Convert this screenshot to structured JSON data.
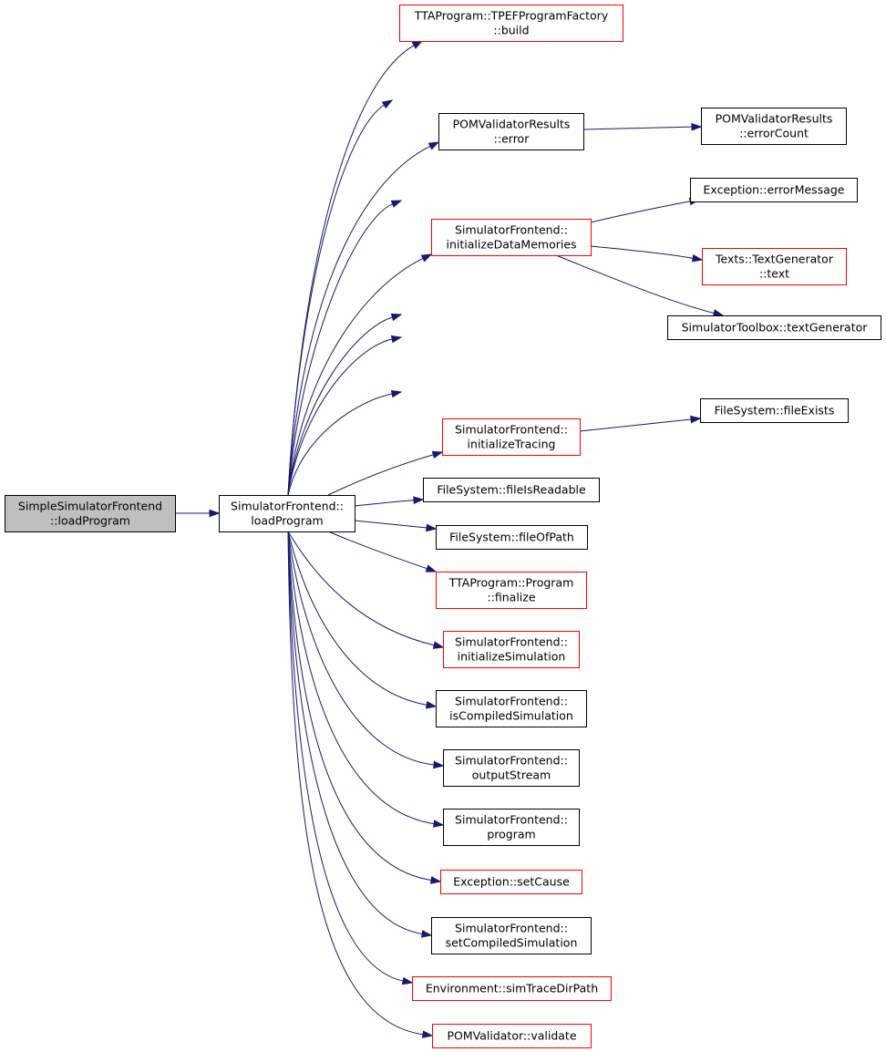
{
  "colors": {
    "edge": "#191970",
    "border_documented": "#000000",
    "border_undocumented": "#ff0000",
    "root_fill": "#bfbfbf",
    "node_fill": "#ffffff"
  },
  "nodes": {
    "root": {
      "lines": [
        "SimpleSimulatorFrontend",
        "::loadProgram"
      ],
      "style": "root"
    },
    "loadProgram": {
      "lines": [
        "SimulatorFrontend::",
        "loadProgram"
      ],
      "style": "black"
    },
    "buildFactory": {
      "lines": [
        "TTAProgram::TPEFProgramFactory",
        "::build"
      ],
      "style": "red"
    },
    "resultsError": {
      "lines": [
        "POMValidatorResults",
        "::error"
      ],
      "style": "black"
    },
    "errorCount": {
      "lines": [
        "POMValidatorResults",
        "::errorCount"
      ],
      "style": "black"
    },
    "errorMessage": {
      "lines": [
        "Exception::errorMessage"
      ],
      "style": "black"
    },
    "initDataMem": {
      "lines": [
        "SimulatorFrontend::",
        "initializeDataMemories"
      ],
      "style": "red"
    },
    "textGenText": {
      "lines": [
        "Texts::TextGenerator",
        "::text"
      ],
      "style": "red"
    },
    "toolboxTextGen": {
      "lines": [
        "SimulatorToolbox::textGenerator"
      ],
      "style": "black"
    },
    "fileExists": {
      "lines": [
        "FileSystem::fileExists"
      ],
      "style": "black"
    },
    "initTracing": {
      "lines": [
        "SimulatorFrontend::",
        "initializeTracing"
      ],
      "style": "red"
    },
    "fileIsReadable": {
      "lines": [
        "FileSystem::fileIsReadable"
      ],
      "style": "black"
    },
    "fileOfPath": {
      "lines": [
        "FileSystem::fileOfPath"
      ],
      "style": "black"
    },
    "programFinalize": {
      "lines": [
        "TTAProgram::Program",
        "::finalize"
      ],
      "style": "red"
    },
    "initSimulation": {
      "lines": [
        "SimulatorFrontend::",
        "initializeSimulation"
      ],
      "style": "red"
    },
    "isCompiledSim": {
      "lines": [
        "SimulatorFrontend::",
        "isCompiledSimulation"
      ],
      "style": "black"
    },
    "outputStream": {
      "lines": [
        "SimulatorFrontend::",
        "outputStream"
      ],
      "style": "black"
    },
    "program": {
      "lines": [
        "SimulatorFrontend::",
        "program"
      ],
      "style": "black"
    },
    "setCause": {
      "lines": [
        "Exception::setCause"
      ],
      "style": "red"
    },
    "setCompiledSim": {
      "lines": [
        "SimulatorFrontend::",
        "setCompiledSimulation"
      ],
      "style": "black"
    },
    "simTraceDir": {
      "lines": [
        "Environment::simTraceDirPath"
      ],
      "style": "red"
    },
    "validate": {
      "lines": [
        "POMValidator::validate"
      ],
      "style": "red"
    }
  },
  "edges": [
    [
      "root",
      "loadProgram"
    ],
    [
      "loadProgram",
      "buildFactory"
    ],
    [
      "loadProgram",
      "errorCount"
    ],
    [
      "loadProgram",
      "resultsError"
    ],
    [
      "resultsError",
      "errorCount"
    ],
    [
      "loadProgram",
      "errorMessage"
    ],
    [
      "loadProgram",
      "initDataMem"
    ],
    [
      "initDataMem",
      "errorMessage"
    ],
    [
      "initDataMem",
      "textGenText"
    ],
    [
      "initDataMem",
      "toolboxTextGen"
    ],
    [
      "loadProgram",
      "textGenText"
    ],
    [
      "loadProgram",
      "toolboxTextGen"
    ],
    [
      "loadProgram",
      "fileExists"
    ],
    [
      "loadProgram",
      "initTracing"
    ],
    [
      "initTracing",
      "fileExists"
    ],
    [
      "loadProgram",
      "fileIsReadable"
    ],
    [
      "loadProgram",
      "fileOfPath"
    ],
    [
      "loadProgram",
      "programFinalize"
    ],
    [
      "loadProgram",
      "initSimulation"
    ],
    [
      "loadProgram",
      "isCompiledSim"
    ],
    [
      "loadProgram",
      "outputStream"
    ],
    [
      "loadProgram",
      "program"
    ],
    [
      "loadProgram",
      "setCause"
    ],
    [
      "loadProgram",
      "setCompiledSim"
    ],
    [
      "loadProgram",
      "simTraceDir"
    ],
    [
      "loadProgram",
      "validate"
    ]
  ]
}
